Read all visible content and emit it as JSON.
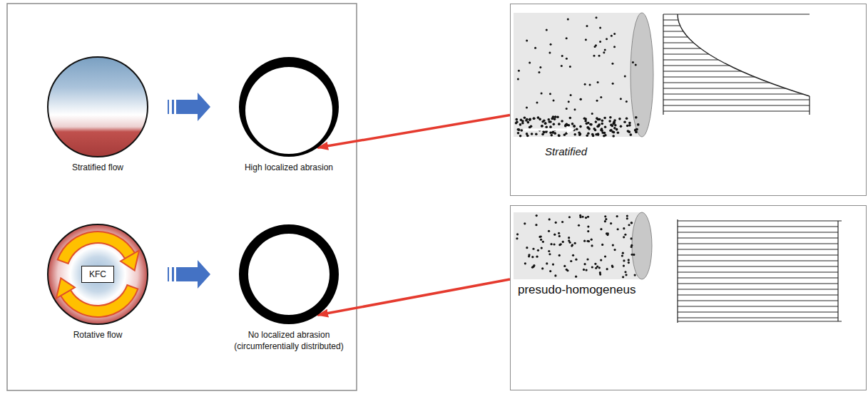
{
  "diagram": {
    "nodes": [
      {
        "text": [
          "Stratified flow"
        ]
      },
      {
        "text": [
          "High localized abrasion"
        ]
      },
      {
        "text": [
          "Rotative flow"
        ]
      },
      {
        "text": [
          "KFC"
        ],
        "in": 2
      },
      {
        "text": [
          "No localized abrasion (circumferentially distributed)"
        ]
      },
      {
        "text": [
          "Stratified"
        ]
      },
      {
        "text": [
          "presudo-homogeneus"
        ]
      }
    ],
    "edges": [
      {
        "from": 0,
        "to": 1,
        "arrow": "to"
      },
      {
        "from": 2,
        "to": 4,
        "arrow": "to"
      },
      {
        "from": 5,
        "to": 1,
        "arrow": "to"
      },
      {
        "from": 6,
        "to": 4,
        "arrow": "to"
      }
    ]
  }
}
